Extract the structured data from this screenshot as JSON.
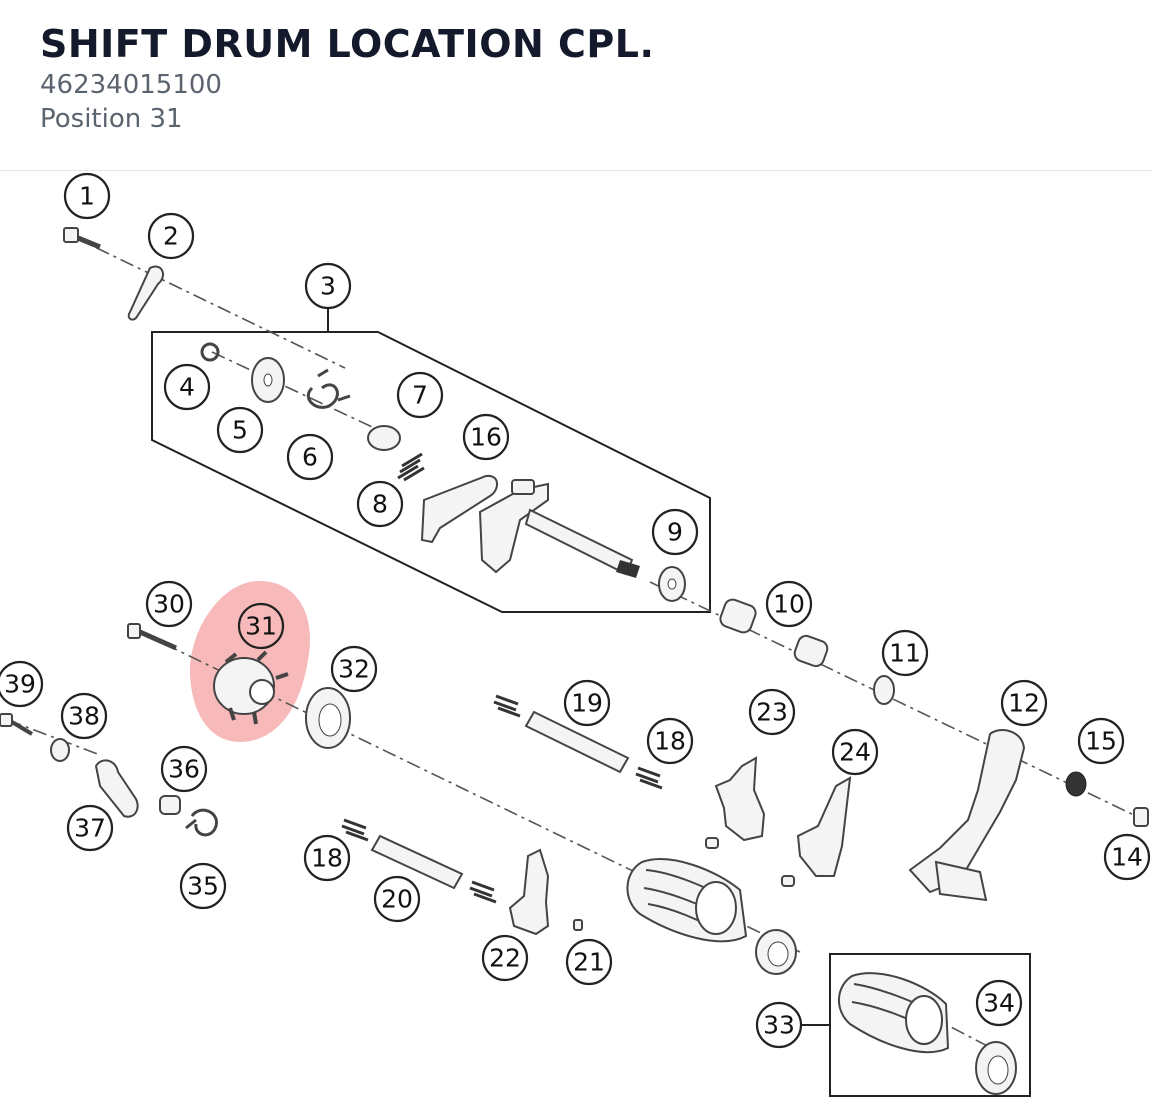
{
  "header": {
    "title": "SHIFT DRUM LOCATION CPL.",
    "part_number": "46234015100",
    "position": "Position 31"
  },
  "diagram": {
    "highlight_color": "#f08080",
    "callouts": [
      "1",
      "2",
      "3",
      "4",
      "5",
      "6",
      "7",
      "8",
      "9",
      "10",
      "11",
      "12",
      "14",
      "15",
      "16",
      "18",
      "18",
      "19",
      "20",
      "21",
      "22",
      "23",
      "24",
      "30",
      "31",
      "32",
      "33",
      "34",
      "35",
      "36",
      "37",
      "38",
      "39"
    ]
  }
}
